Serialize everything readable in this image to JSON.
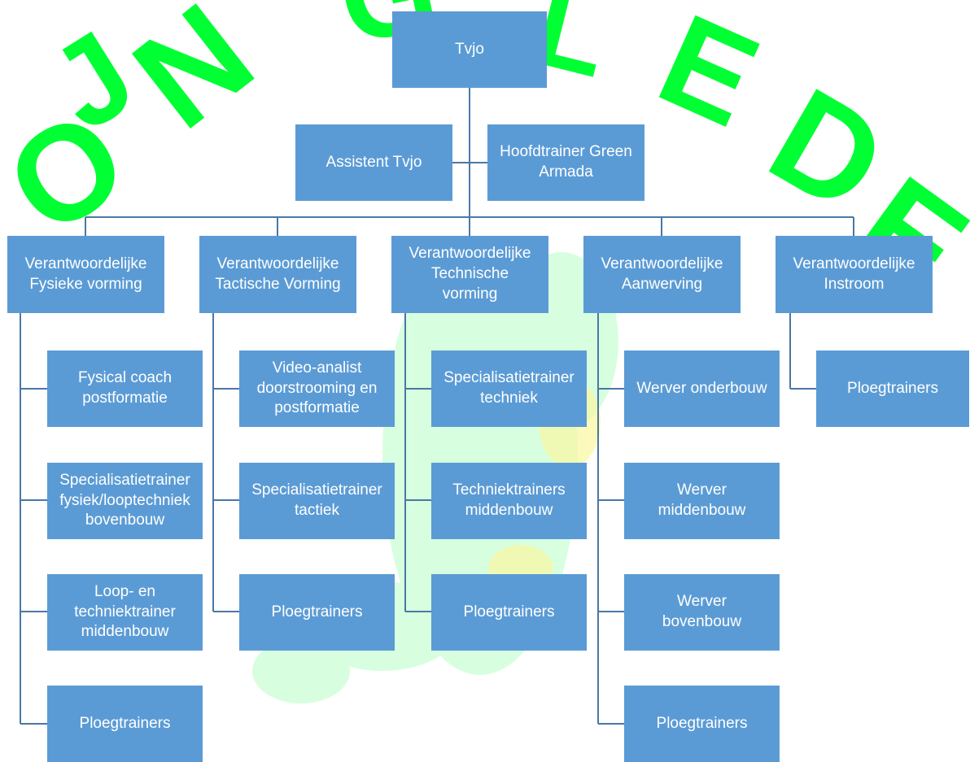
{
  "watermark": {
    "letters": [
      "J",
      "O",
      "N",
      "G",
      "L",
      "E",
      "D",
      "E"
    ],
    "color": "#00ff33"
  },
  "connector_color": "#4a78a6",
  "box_color": "#5b9bd5",
  "top": {
    "tvjo": "Tvjo",
    "assistant": "Assistent Tvjo",
    "head_trainer": "Hoofdtrainer Green\nArmada"
  },
  "departments": [
    {
      "title": "Verantwoordelijke\nFysieke vorming",
      "children": [
        "Fysical coach\npostformatie",
        "Specialisatietrainer\nfysiek/looptechniek\nbovenbouw",
        "Loop- en\ntechniektrainer\nmiddenbouw",
        "Ploegtrainers"
      ]
    },
    {
      "title": "Verantwoordelijke\nTactische Vorming",
      "children": [
        "Video-analist\ndoorstrooming en\npostformatie",
        "Specialisatietrainer\ntactiek",
        "Ploegtrainers"
      ]
    },
    {
      "title": "Verantwoordelijke\nTechnische\nvorming",
      "children": [
        "Specialisatietrainer\ntechniek",
        "Techniektrainers\nmiddenbouw",
        "Ploegtrainers"
      ]
    },
    {
      "title": "Verantwoordelijke\nAanwerving",
      "children": [
        "Werver onderbouw",
        "Werver\nmiddenbouw",
        "Werver\nbovenbouw",
        "Ploegtrainers"
      ]
    },
    {
      "title": "Verantwoordelijke\nInstroom",
      "children": [
        "Ploegtrainers"
      ]
    }
  ]
}
